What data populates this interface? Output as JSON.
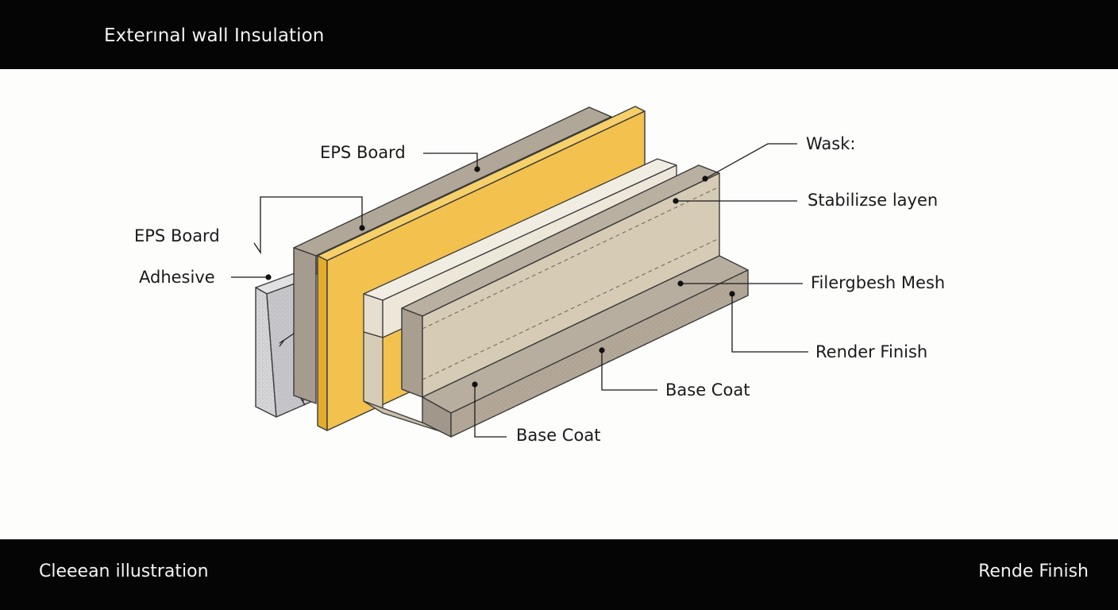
{
  "header": {
    "title": "Exterınal wall Insulation"
  },
  "footer": {
    "left_text": "Cleeean illustration",
    "right_text": "Rende Finish"
  },
  "labels": {
    "eps_board_top": "EPS Board",
    "eps_board_left": "EPS Board",
    "adhesive": "Adhesive",
    "wask": "Wask:",
    "stabilizse_layen": "Stabilizse layen",
    "filergbesh_mesh": "Filergbesh Mesh",
    "render_finish": "Render Finish",
    "base_coat_right": "Base Coat",
    "base_coat_bottom": "Base Coat"
  },
  "colors": {
    "bar": "#050505",
    "eps_yellow": "#f2c14e",
    "taupe": "#a49a8d",
    "beige": "#d6ccb5",
    "cream": "#ece6d8",
    "adhesive_grey": "#cfcfd2"
  }
}
